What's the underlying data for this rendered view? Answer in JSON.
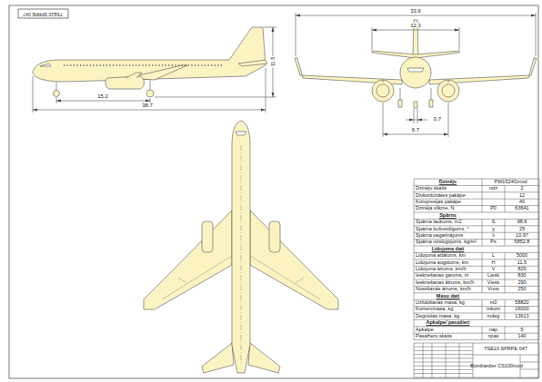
{
  "diagram": {
    "labels": [
      "TSE10 SPRPE 047",
      "11.5",
      "15.2",
      "38.7",
      "33.6",
      "12.3",
      "0.7",
      "6.7",
      "Dzinējs",
      "PW1524Gmod",
      "Dzinēju skaits",
      "ndz",
      "2",
      "Divkontūrtātes pakāpe",
      "12",
      "Kompresijas pakāpe",
      "40",
      "Dzinēja vilkme, N",
      "P0",
      "63641",
      "Spārns",
      "Spārna laukums, m2",
      "S",
      "98.6",
      "Spārna bultveidīgums, °",
      "χ",
      "25",
      "Spārna pagarinājums",
      "λ",
      "10.97",
      "Spārna noslogojums, kg/m²",
      "Ps",
      "5852.8",
      "Lidojuma dati",
      "Lidojuma attālums, km",
      "L",
      "5000",
      "Lidojuma augstums, km",
      "H",
      "11.5",
      "Lidojuma ātrums, km/h",
      "V",
      "829",
      "Ieskriešanas garums, m",
      "Liesk",
      "830",
      "Ieskriešanas ātrums, km/h",
      "Viesk",
      "290",
      "Nosēšanās ātrums, km/h",
      "Vnos",
      "250",
      "Masu dati",
      "Uzlidošanas masa, kg",
      "m0",
      "58820",
      "Komercmasa, kg",
      "mkom",
      "16000",
      "Degvielas masa, kg",
      "mdeg",
      "13613",
      "Apkalpe/ pasažieri",
      "Apkalpe",
      "nap",
      "5",
      "Pasažieru skaits",
      "npas",
      "140",
      "TSE10 SPRPE 047",
      "Bombardier CS100mod"
    ]
  }
}
